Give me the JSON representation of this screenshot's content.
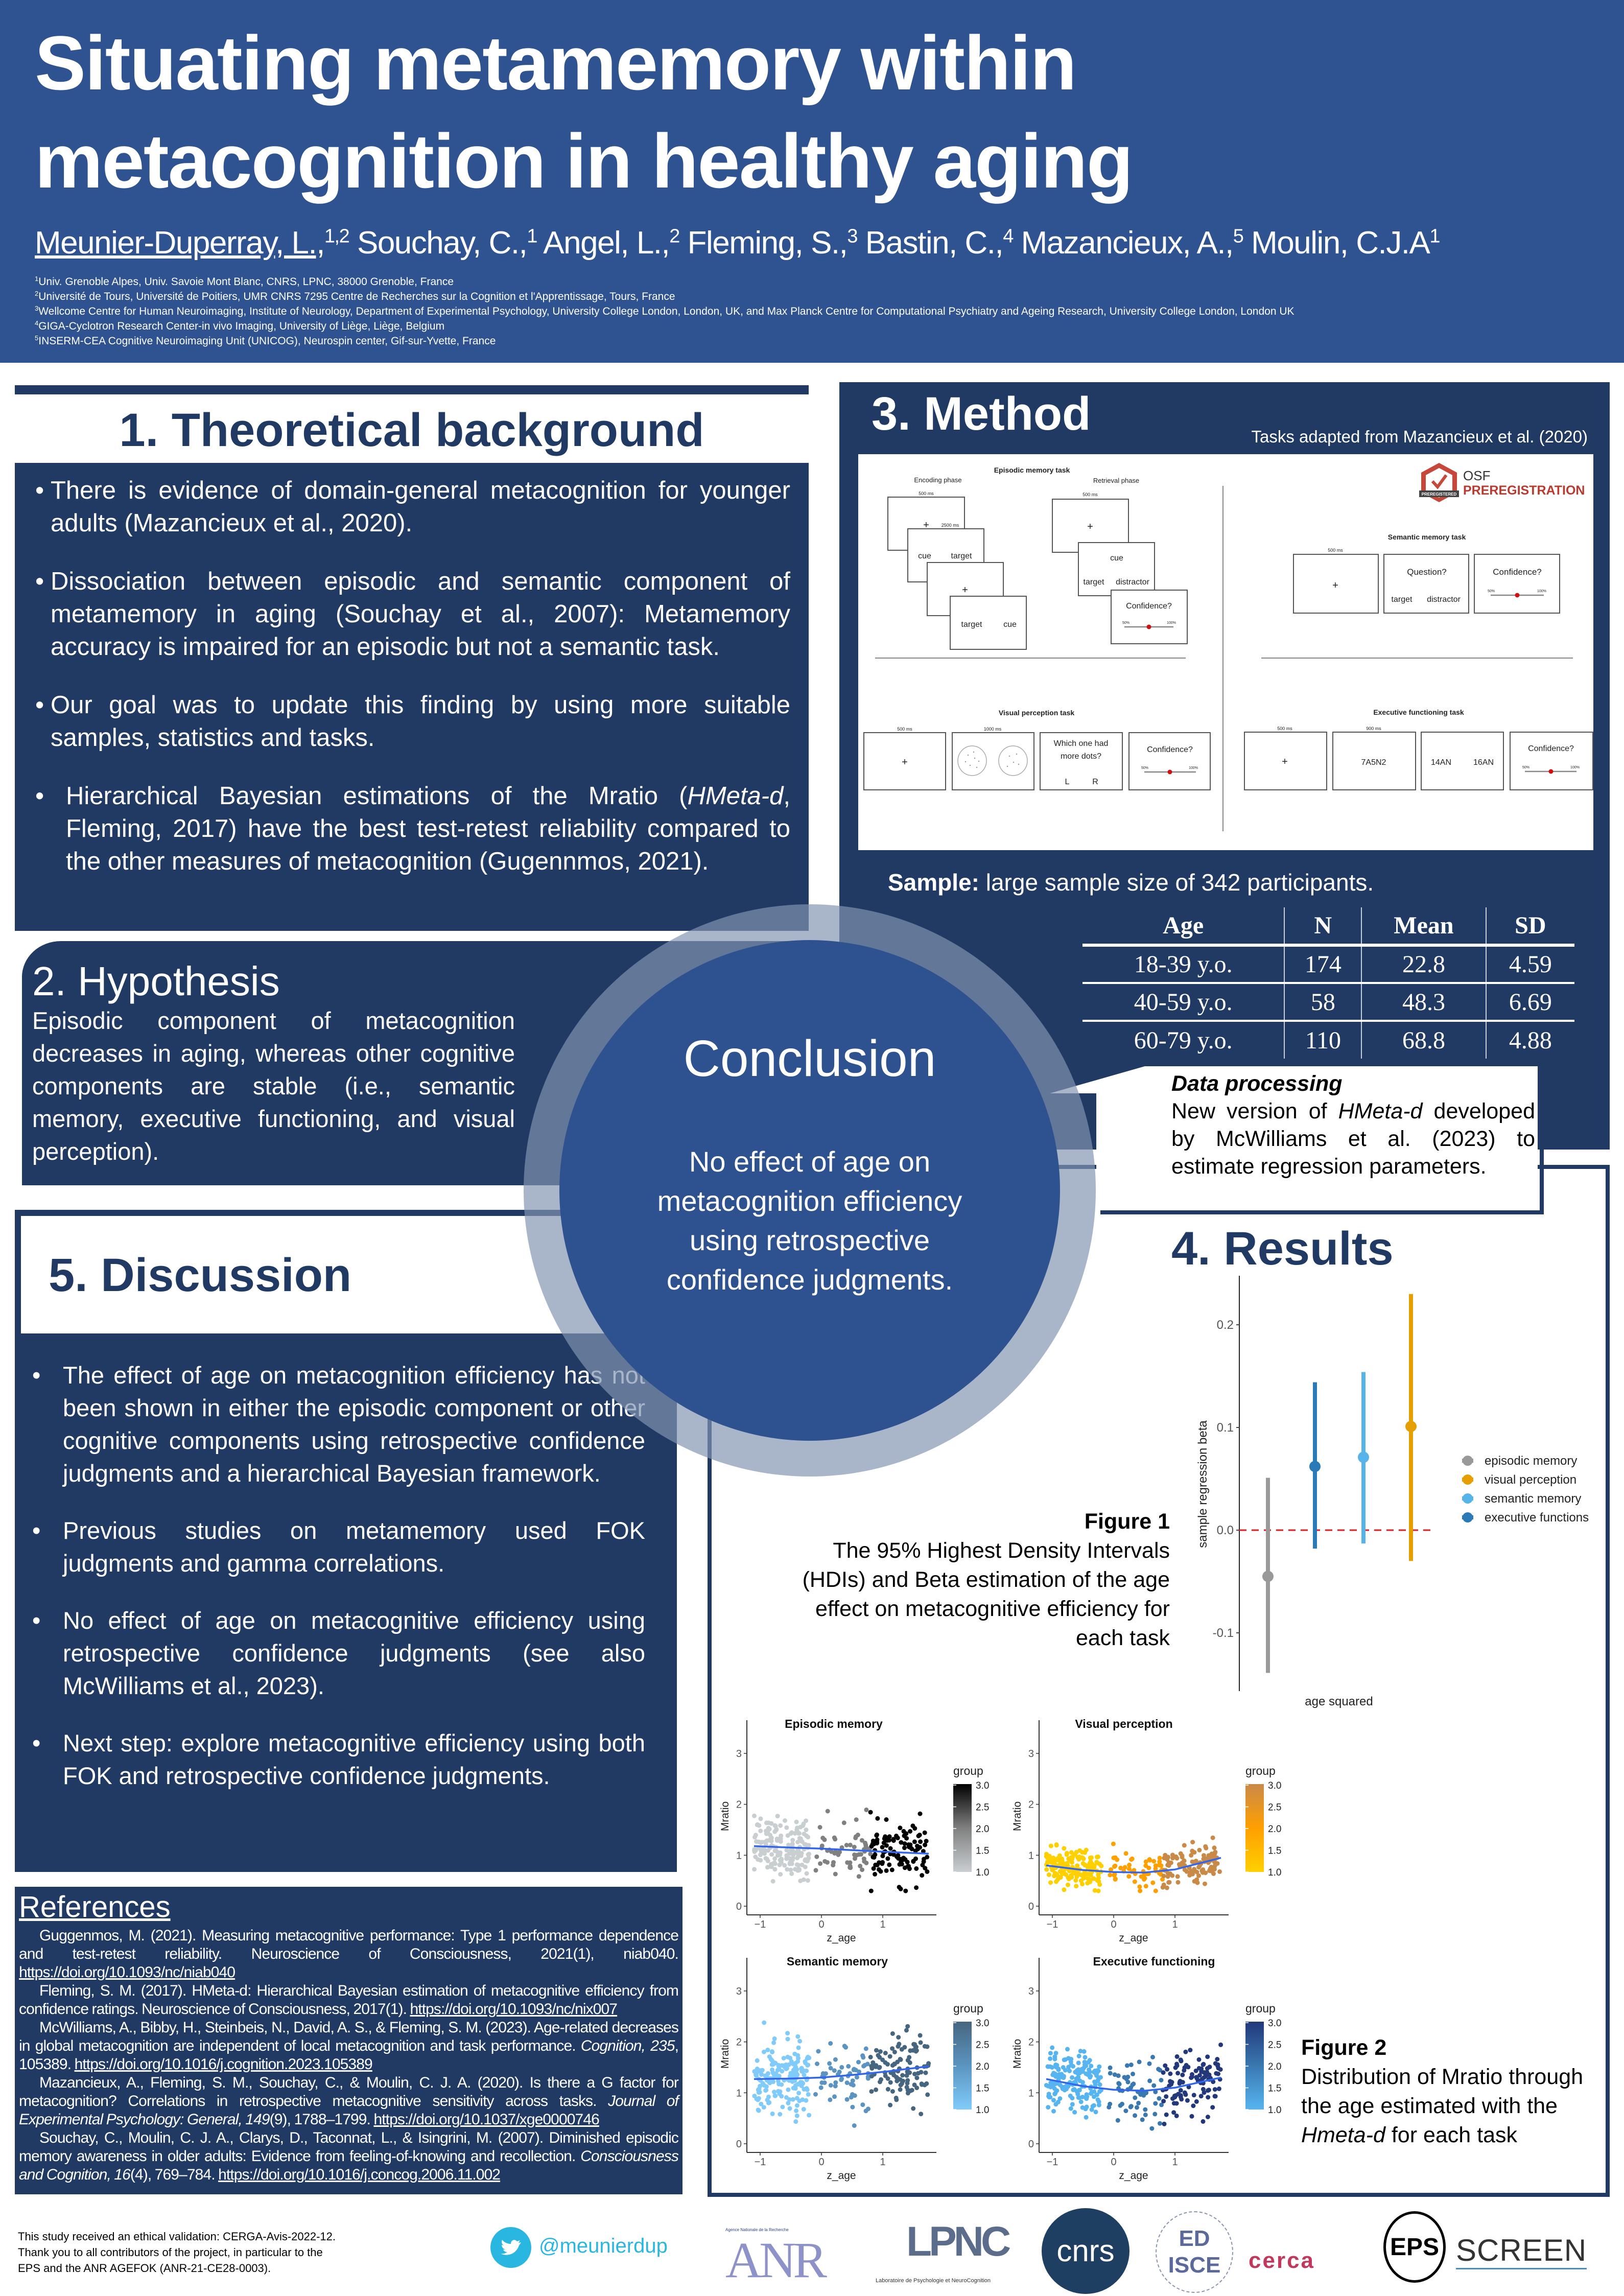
{
  "header": {
    "title_line1": "Situating metamemory within",
    "title_line2": "metacognition in healthy aging",
    "authors": [
      {
        "name": "Meunier-Duperray, L.,",
        "sup": "1,2"
      },
      {
        "name": " Souchay, C.,",
        "sup": "1"
      },
      {
        "name": " Angel, L.,",
        "sup": "2"
      },
      {
        "name": " Fleming, S.,",
        "sup": "3"
      },
      {
        "name": " Bastin, C.,",
        "sup": "4"
      },
      {
        "name": " Mazancieux, A.,",
        "sup": "5"
      },
      {
        "name": " Moulin, C.J.A",
        "sup": "1"
      }
    ],
    "affiliations": [
      {
        "sup": "1",
        "text": "Univ. Grenoble Alpes, Univ. Savoie Mont Blanc, CNRS, LPNC, 38000 Grenoble, France"
      },
      {
        "sup": "2",
        "text": "Université de Tours, Université de Poitiers, UMR CNRS 7295 Centre de Recherches sur la Cognition et l'Apprentissage, Tours, France"
      },
      {
        "sup": "3",
        "text": "Wellcome Centre for Human Neuroimaging, Institute of Neurology, Department of Experimental Psychology, University College London, London, UK, and Max Planck Centre for Computational Psychiatry and Ageing Research, University College London, London UK"
      },
      {
        "sup": "4",
        "text": "GIGA-Cyclotron Research Center-in vivo Imaging, University of Liège, Liège, Belgium"
      },
      {
        "sup": "5",
        "text": "INSERM-CEA Cognitive Neuroimaging Unit (UNICOG), Neurospin center, Gif-sur-Yvette, France"
      }
    ]
  },
  "background": {
    "title": "1. Theoretical background",
    "bullets": [
      "There is evidence of domain-general metacognition for younger adults (Mazancieux et al., 2020).",
      "Dissociation between episodic and semantic component of metamemory in aging (Souchay et al., 2007): Metamemory accuracy is impaired for an episodic but not a semantic task.",
      "Our goal was to update this finding by using more suitable samples, statistics and tasks."
    ],
    "bullet4_pre": "Hierarchical Bayesian estimations of the Mratio (",
    "bullet4_em": "HMeta-d",
    "bullet4_post": ", Fleming, 2017) have the best test-retest reliability compared to the other measures of metacognition (Gugennmos, 2021)."
  },
  "hypothesis": {
    "title": "2. Hypothesis",
    "text": "Episodic component of metacognition decreases in aging, whereas other cognitive components are stable (i.e., semantic memory, executive functioning, and visual perception)."
  },
  "method": {
    "title": "3. Method",
    "note": "Tasks adapted from Mazancieux et al. (2020)",
    "figure": {
      "episodic_title": "Episodic memory task",
      "encoding": "Encoding phase",
      "retrieval": "Retrieval phase",
      "ms500": "500 ms",
      "ms2500": "2500 ms",
      "ms1000": "1000 ms",
      "ms900": "900 ms",
      "fixation": "+",
      "cue": "cue",
      "target": "target",
      "distractor": "distractor",
      "confidence": "Confidence?",
      "pct50": "50%",
      "pct100": "100%",
      "semantic_title": "Semantic memory task",
      "question": "Question?",
      "visual_title": "Visual perception task",
      "dots_q1": "Which one had",
      "dots_q2": "more dots?",
      "left": "L",
      "right": "R",
      "executive_title": "Executive functioning task",
      "string1": "7A5N2",
      "opt1": "14AN",
      "opt2": "16AN",
      "osf": "OSF",
      "prereg": "PREREGISTRATION",
      "badge": "PREREGISTERED"
    },
    "sample_label": "Sample:",
    "sample_text": " large sample size of 342 participants.",
    "table": {
      "headers": [
        "Age",
        "N",
        "Mean",
        "SD"
      ],
      "rows": [
        [
          "18-39 y.o.",
          "174",
          "22.8",
          "4.59"
        ],
        [
          "40-59 y.o.",
          "58",
          "48.3",
          "6.69"
        ],
        [
          "60-79 y.o.",
          "110",
          "68.8",
          "4.88"
        ]
      ]
    },
    "data_processing": {
      "title": "Data processing",
      "pre": "New version of ",
      "em": "HMeta-d",
      "post": " developed by McWilliams et al. (2023) to estimate regression parameters."
    }
  },
  "conclusion": {
    "title": "Conclusion",
    "text": "No effect of age on metacognition efficiency using retrospective confidence judgments."
  },
  "results": {
    "title": "4. Results",
    "figure1": {
      "label": "Figure 1",
      "caption": "The 95% Highest Density Intervals (HDIs) and Beta estimation of the age effect on metacognitive efficiency for each task"
    },
    "figure2": {
      "label": "Figure 2",
      "pre": "Distribution of Mratio through the age estimated with the ",
      "em": "Hmeta-d",
      "post": " for each task"
    }
  },
  "discussion": {
    "title": "5. Discussion",
    "bullets": [
      "The effect of age on metacognition efficiency has not been shown in either the episodic component or other cognitive components using retrospective confidence judgments and a hierarchical Bayesian framework.",
      "Previous studies on metamemory used FOK judgments and gamma correlations.",
      "No effect of age on metacognitive efficiency using retrospective confidence judgments (see also McWilliams et al., 2023).",
      "Next step: explore metacognitive efficiency using both FOK and retrospective confidence judgments."
    ]
  },
  "references": {
    "title": "References",
    "items": [
      {
        "a": "Guggenmos, M. (2021). Measuring metacognitive performance: Type 1 performance dependence and test-retest reliability. Neuroscience of Consciousness, 2021(1), niab040. ",
        "b": "",
        "c": "",
        "link": "https://doi.org/10.1093/nc/niab040"
      },
      {
        "a": "Fleming, S. M. (2017). HMeta-d: Hierarchical Bayesian estimation of metacognitive efficiency from confidence ratings. Neuroscience of Consciousness, 2017(1). ",
        "b": "",
        "c": "",
        "link": "https://doi.org/10.1093/nc/nix007"
      },
      {
        "a": "McWilliams, A., Bibby, H., Steinbeis, N., David, A. S., & Fleming, S. M. (2023). Age-related decreases in global metacognition are independent of local metacognition and task performance. ",
        "b": "Cognition, 235",
        "c": ", 105389. ",
        "link": "https://doi.org/10.1016/j.cognition.2023.105389"
      },
      {
        "a": "Mazancieux, A., Fleming, S. M., Souchay, C., & Moulin, C. J. A. (2020). Is there a G factor for metacognition? Correlations in retrospective metacognitive sensitivity across tasks. ",
        "b": "Journal of Experimental Psychology: General, 149",
        "c": "(9), 1788–1799. ",
        "link": "https://doi.org/10.1037/xge0000746"
      },
      {
        "a": "Souchay, C., Moulin, C. J. A., Clarys, D., Taconnat, L., & Isingrini, M. (2007). Diminished episodic memory awareness in older adults: Evidence from feeling-of-knowing and recollection. ",
        "b": "Consciousness and Cognition, 16",
        "c": "(4), 769–784. ",
        "link": "https://doi.org/10.1016/j.concog.2006.11.002"
      }
    ]
  },
  "footer": {
    "ethics": [
      "This study received an ethical validation: CERGA-Avis-2022-12.",
      "Thank you to all contributors of the project, in particular to the",
      "EPS and the ANR AGEFOK (ANR-21-CE28-0003)."
    ],
    "twitter": "@meunierdup",
    "logos": {
      "anr": "ANR",
      "anr_sub": "Agence Nationale de la Recherche",
      "lpnc": "LPNC",
      "lpnc_sub": "Laboratoire de Psychologie et NeuroCognition",
      "cnrs": "cnrs",
      "ed1": "ED",
      "ed2": "ISCE",
      "cerca": "cerca",
      "eps": "EPS",
      "screen": "SCREEN"
    }
  },
  "chart_data": [
    {
      "type": "errorbar",
      "title": "",
      "xlabel": "age squared",
      "ylabel": "sample regression beta",
      "ylim": [
        -0.157,
        0.249
      ],
      "yticks": [
        -0.1,
        0.0,
        0.1,
        0.2
      ],
      "ytick_labels": [
        "-0.1",
        "0.0",
        "0.1",
        "0.2"
      ],
      "reference_line": 0.0,
      "reference_color": "#e41a1c",
      "legend_position": "right",
      "series": [
        {
          "name": "episodic memory",
          "color": "#999999",
          "estimate": -0.045,
          "hdi": [
            -0.139,
            0.051
          ]
        },
        {
          "name": "executive functions",
          "color": "#2a7ab8",
          "estimate": 0.062,
          "hdi": [
            -0.018,
            0.144
          ]
        },
        {
          "name": "semantic memory",
          "color": "#56b4e9",
          "estimate": 0.071,
          "hdi": [
            -0.013,
            0.154
          ]
        },
        {
          "name": "visual perception",
          "color": "#e69f00",
          "estimate": 0.101,
          "hdi": [
            -0.03,
            0.23
          ]
        }
      ],
      "legend_order": [
        "episodic memory",
        "visual perception",
        "semantic memory",
        "executive functions"
      ]
    },
    {
      "type": "scatter",
      "xlabel": "z_age",
      "ylabel": "Mratio",
      "xlim": [
        -1.3,
        1.9
      ],
      "ylim": [
        -0.17,
        3.6
      ],
      "xticks": [
        -1,
        0,
        1
      ],
      "xtick_labels": [
        "−1",
        "0",
        "1"
      ],
      "yticks": [
        0,
        1,
        2,
        3
      ],
      "ytick_labels": [
        "0",
        "1",
        "2",
        "3"
      ],
      "legend_title": "group",
      "legend_ticks": [
        "3.0",
        "2.5",
        "2.0",
        "1.5",
        "1.0"
      ],
      "trend_color": "#3366ee",
      "trend_x": [
        -1.1,
        -0.5,
        0,
        0.5,
        1,
        1.75
      ],
      "group_n": [
        174,
        58,
        110
      ],
      "panels": [
        {
          "title": "Episodic memory",
          "trend_y": [
            1.18,
            1.15,
            1.13,
            1.1,
            1.07,
            1.03
          ],
          "colors": [
            "#c9ced1",
            "#808080",
            "#000000"
          ],
          "spread": 0.28
        },
        {
          "title": "Visual perception",
          "trend_y": [
            0.8,
            0.71,
            0.67,
            0.66,
            0.72,
            0.95
          ],
          "colors": [
            "#ffd000",
            "#ff9f00",
            "#c98a48"
          ],
          "spread": 0.18
        },
        {
          "title": "Semantic memory",
          "trend_y": [
            1.27,
            1.28,
            1.3,
            1.35,
            1.41,
            1.52
          ],
          "colors": [
            "#80cbfa",
            "#5b94c0",
            "#46667f"
          ],
          "spread": 0.35
        },
        {
          "title": "Executive functioning",
          "trend_y": [
            1.27,
            1.13,
            1.06,
            1.04,
            1.1,
            1.3
          ],
          "colors": [
            "#56b4f0",
            "#3a78b0",
            "#22387a"
          ],
          "spread": 0.3
        }
      ]
    }
  ]
}
